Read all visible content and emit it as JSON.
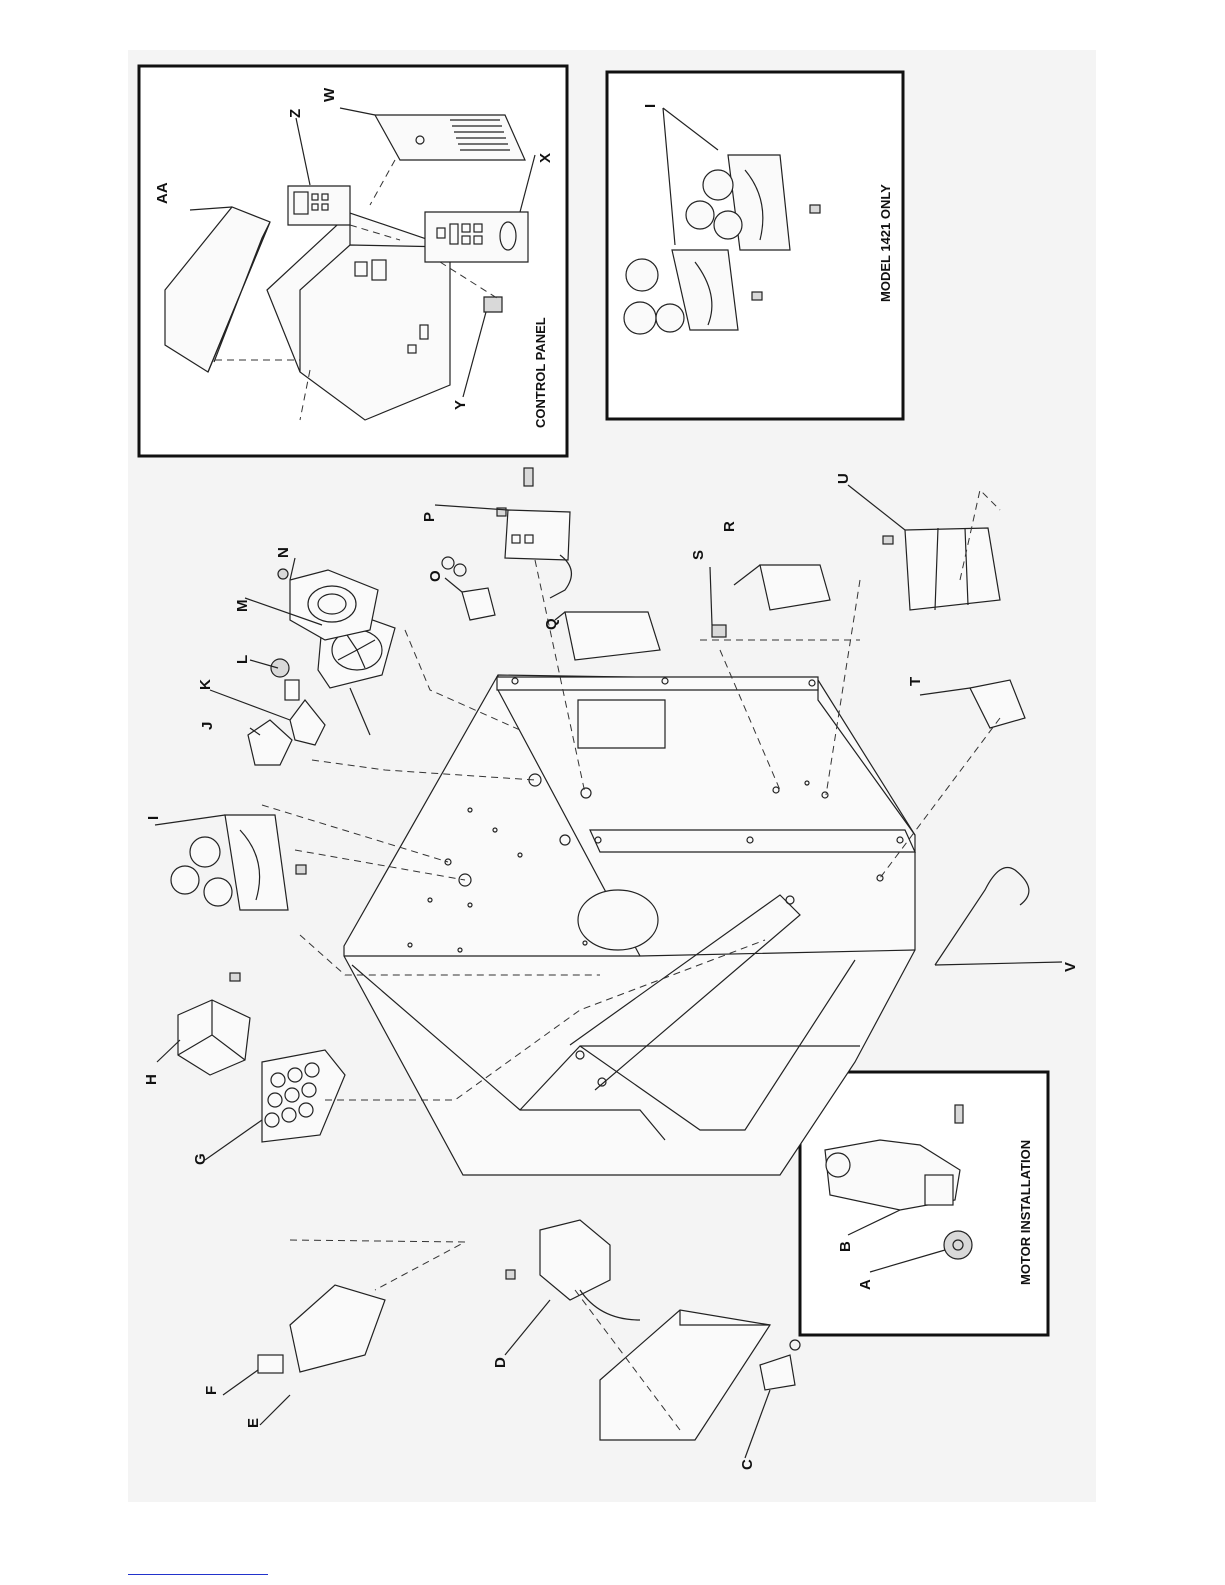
{
  "labels": {
    "AA": "AA",
    "Z": "Z",
    "W": "W",
    "X": "X",
    "Y": "Y",
    "I": "I",
    "I2": "I",
    "J": "J",
    "K": "K",
    "L": "L",
    "M": "M",
    "N": "N",
    "O": "O",
    "P": "P",
    "Q": "Q",
    "R": "R",
    "S": "S",
    "T": "T",
    "U": "U",
    "V": "V",
    "H": "H",
    "G": "G",
    "F": "F",
    "E": "E",
    "D": "D",
    "C": "C",
    "B": "B",
    "A": "A"
  },
  "captions": {
    "control_panel": "CONTROL PANEL",
    "model_only": "MODEL 1421 ONLY",
    "motor_installation": "MOTOR INSTALLATION"
  }
}
